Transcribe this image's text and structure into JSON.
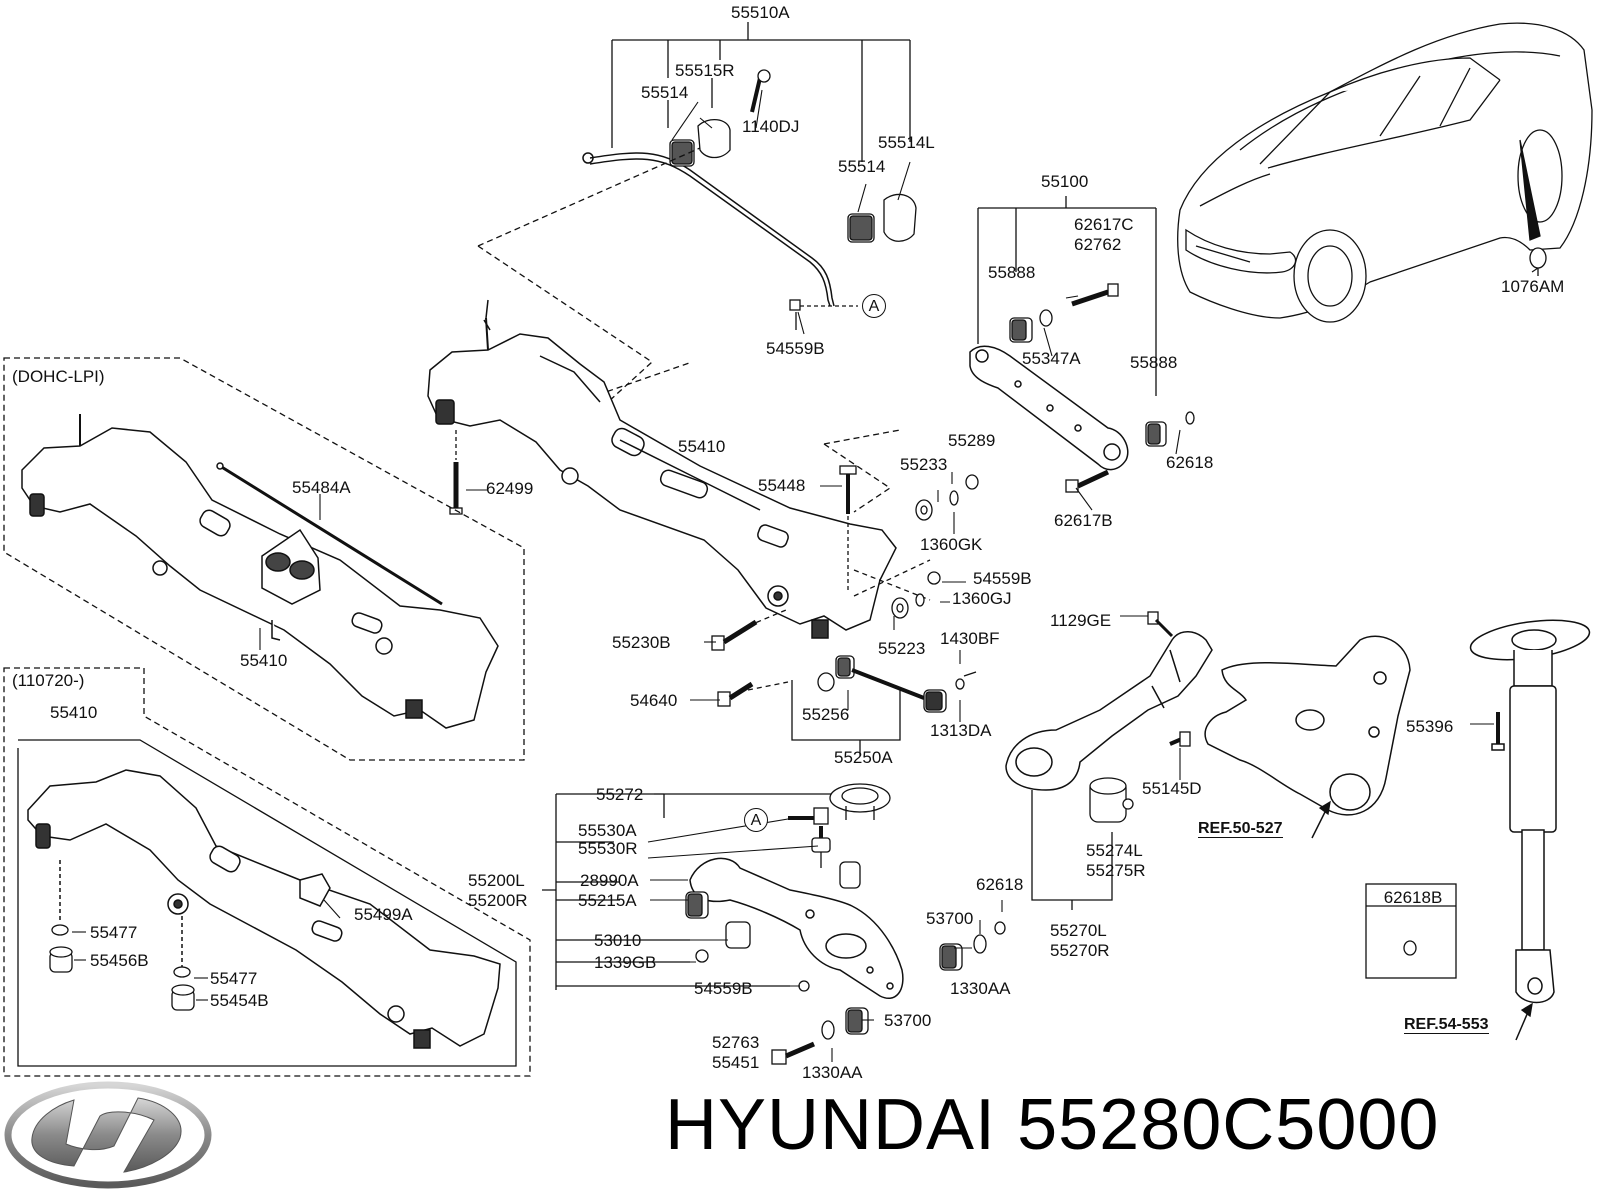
{
  "brand": "HYUNDAI",
  "part_number": "55280C5000",
  "variant_notes": {
    "dohc_lpi": "(DOHC-LPI)",
    "date_code": "(110720-)"
  },
  "callouts": {
    "a_marker": "A"
  },
  "references": {
    "ref_50_527": "REF.50-527",
    "ref_54_553": "REF.54-553"
  },
  "labels": {
    "p55510A": "55510A",
    "p55515R": "55515R",
    "p55514_top": "55514",
    "p1140DJ": "1140DJ",
    "p55514L": "55514L",
    "p55514_right": "55514",
    "p54559B_top": "54559B",
    "p55100": "55100",
    "p62617C": "62617C",
    "p62762": "62762",
    "p55888_top": "55888",
    "p55347A": "55347A",
    "p55888_right": "55888",
    "p62618_top": "62618",
    "p62617B": "62617B",
    "p1076AM": "1076AM",
    "p55484A": "55484A",
    "p55410_left": "55410",
    "p55410_mid": "55410",
    "p62499": "62499",
    "p55448": "55448",
    "p55233": "55233",
    "p55289": "55289",
    "p1360GK": "1360GK",
    "p54559B_mid": "54559B",
    "p1360GJ": "1360GJ",
    "p55230B": "55230B",
    "p55223": "55223",
    "p1430BF": "1430BF",
    "p54640": "54640",
    "p55256": "55256",
    "p1313DA": "1313DA",
    "p55250A": "55250A",
    "p55410_low": "55410",
    "p55499A": "55499A",
    "p55477_a": "55477",
    "p55456B": "55456B",
    "p55477_b": "55477",
    "p55454B": "55454B",
    "p55272": "55272",
    "p55530A": "55530A",
    "p55530R": "55530R",
    "p55200L": "55200L",
    "p55200R": "55200R",
    "p28990A": "28990A",
    "p55215A": "55215A",
    "p53010": "53010",
    "p1339GB": "1339GB",
    "p54559B_low": "54559B",
    "p52763": "52763",
    "p55451": "55451",
    "p1330AA_low": "1330AA",
    "p53700_low": "53700",
    "p53700_up": "53700",
    "p1330AA_up": "1330AA",
    "p62618_mid": "62618",
    "p1129GE": "1129GE",
    "p55145D": "55145D",
    "p55274L": "55274L",
    "p55275R": "55275R",
    "p55270L": "55270L",
    "p55270R": "55270R",
    "p55396": "55396",
    "p62618B": "62618B"
  }
}
